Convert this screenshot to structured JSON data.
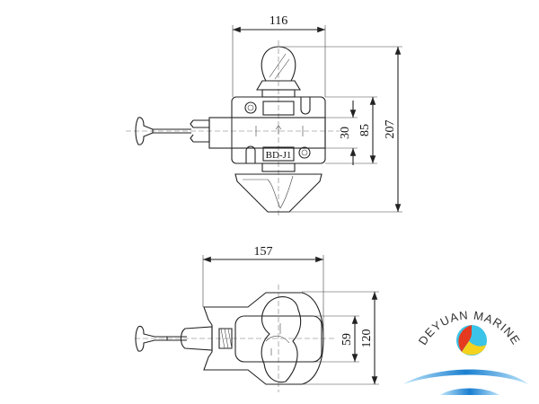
{
  "top_view": {
    "dimensions": {
      "width": "116",
      "height_total": "207",
      "body_height": "85",
      "slot_height": "30"
    },
    "model_label": "BD-J1"
  },
  "bottom_view": {
    "dimensions": {
      "length": "157",
      "height": "120",
      "inner_height": "59"
    }
  },
  "logo": {
    "brand": "DEYUAN MARINE",
    "colors": {
      "red": "#e53a1f",
      "yellow": "#f5d21c",
      "cyan": "#3cc3e8",
      "blue": "#1a7fd0"
    }
  }
}
